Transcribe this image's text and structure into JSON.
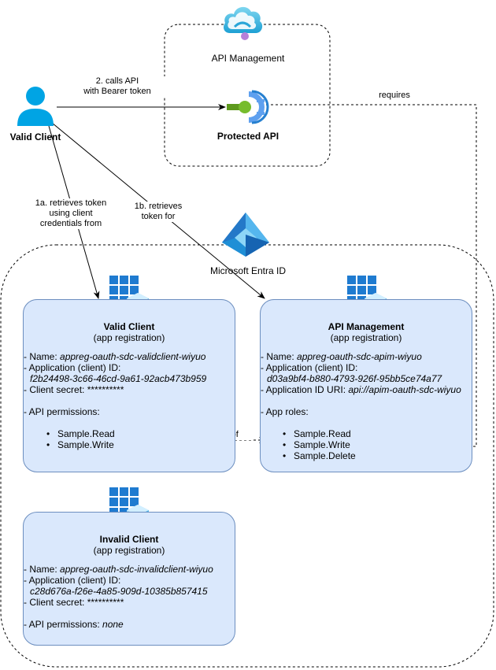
{
  "api_management_group": {
    "label": "API Management"
  },
  "protected_api": {
    "label": "Protected API"
  },
  "valid_client_actor": {
    "label": "Valid Client"
  },
  "entra": {
    "label": "Microsoft Entra ID"
  },
  "edges": {
    "calls_api": [
      "2. calls API",
      "with Bearer token"
    ],
    "requires": "requires",
    "retrieves_token_from": [
      "1a. retrieves token",
      "using client",
      "credentials from"
    ],
    "retrieves_token_for": [
      "1b. retrieves",
      "token for"
    ],
    "assigned_subset": "assigned subset of"
  },
  "valid_client_reg": {
    "title": "Valid Client",
    "subtitle": "(app registration)",
    "name_label": "- Name: ",
    "name_value": "appreg-oauth-sdc-validclient-wiyuo",
    "appid_label": "- Application (client) ID:",
    "appid_value": "f2b24498-3c66-46cd-9a61-92acb473b959",
    "secret": "- Client secret: **********",
    "permissions_label": "- API permissions:",
    "permissions": [
      "Sample.Read",
      "Sample.Write"
    ]
  },
  "apim_reg": {
    "title": "API Management",
    "subtitle": "(app registration)",
    "name_label": "- Name: ",
    "name_value": "appreg-oauth-sdc-apim-wiyuo",
    "appid_label": "- Application (client) ID:",
    "appid_value": "d03a9bf4-b880-4793-926f-95bb5ce74a77",
    "appiduri_label": "- Application ID URI: ",
    "appiduri_value": "api://apim-oauth-sdc-wiyuo",
    "roles_label": "- App roles:",
    "roles": [
      "Sample.Read",
      "Sample.Write",
      "Sample.Delete"
    ]
  },
  "invalid_client_reg": {
    "title": "Invalid Client",
    "subtitle": "(app registration)",
    "name_label": "- Name: ",
    "name_value": "appreg-oauth-sdc-invalidclient-wiyuo",
    "appid_label": "- Application (client) ID:",
    "appid_value": "c28d676a-f26e-4a85-909d-10385b857415",
    "secret": "- Client secret: **********",
    "permissions_label": "- API permissions: ",
    "permissions_value": "none"
  }
}
